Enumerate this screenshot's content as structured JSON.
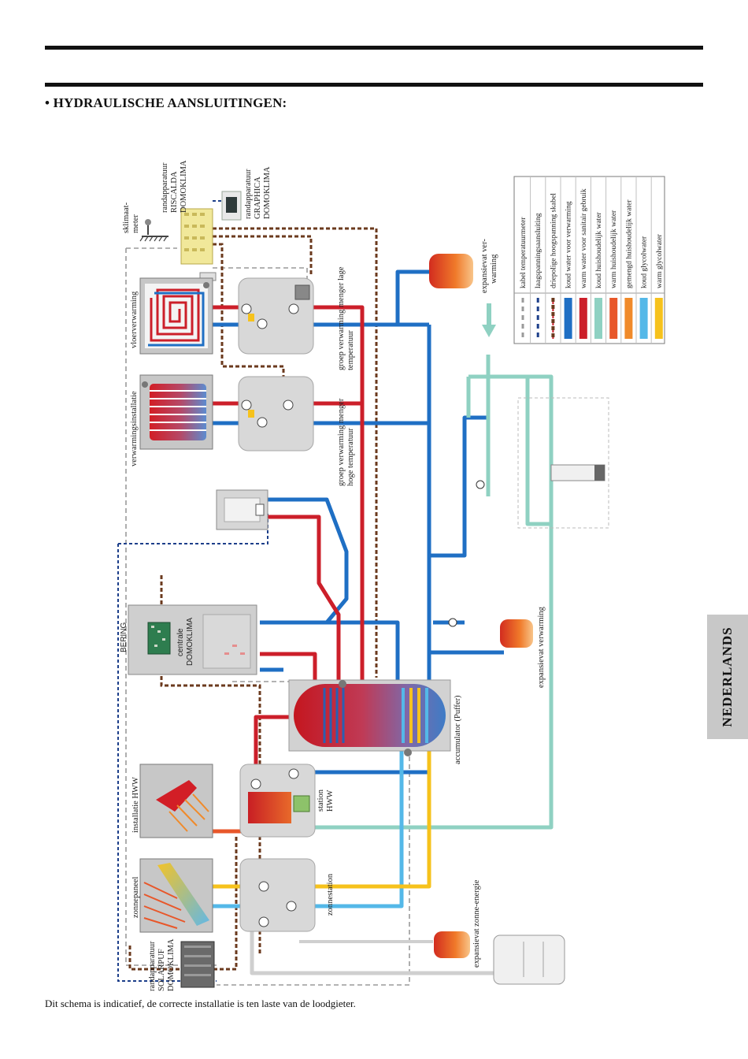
{
  "header": {
    "section_title": "• HYDRAULISCHE AANSLUITINGEN:"
  },
  "footer": {
    "note": "Dit schema is indicatief, de correcte installatie is ten laste van de loodgieter."
  },
  "side_tab": {
    "language": "NEDERLANDS"
  },
  "components": {
    "randapparatuur_riscalda": [
      "randapparatuur",
      "RISCALDA",
      "DOMOKLIMA"
    ],
    "randapparatuur_graphica": [
      "randapparatuur",
      "GRAPHICA",
      "DOMOKLIMA"
    ],
    "klimaatmeter": [
      "sklimaat-",
      "meter"
    ],
    "vloerverwarming": "vloerverwarming",
    "verwarmingsinstallatie": "verwarmingsinstallatie",
    "groep_lage": [
      "groep verwarming menger lage",
      "temperatuur"
    ],
    "groep_hoge": [
      "groep verwarming menger",
      "hoge temperatuur"
    ],
    "expansievat_verwarming_top": [
      "expansievat ver-",
      "warming"
    ],
    "bering": "BERING",
    "centrale": [
      "centrale",
      "DOMOKLIMA"
    ],
    "expansievat_verwarming": "expansievat verwarming",
    "accumulator": "accumulator (Puffer)",
    "installatie_hww": "installatie HWW",
    "station_hww": [
      "station",
      "HWW"
    ],
    "zonnepaneel": "zonnepaneel",
    "zonnestation": "zonnestation",
    "randapparatuur_solarpuf": [
      "randapparatuur",
      "SOLARPUF",
      "DOMOKLIMA"
    ],
    "expansievat_zonne": "expansievat zonne-energie"
  },
  "legend": {
    "items": [
      {
        "label": "kabel temperatuurmeter",
        "swatch": "dash-grey",
        "color": "#9a9a9a"
      },
      {
        "label": "laagspanningsaansluiting",
        "swatch": "dash-blue",
        "color": "#1d3f8a"
      },
      {
        "label": "driepolige hoogspanning skabel",
        "swatch": "dash-tri",
        "color": "#6b3a1e"
      },
      {
        "label": "koud water voor verwarming",
        "swatch": "bar",
        "color": "#1f6fc4"
      },
      {
        "label": "warm water voor sanitair gebruik",
        "swatch": "bar",
        "color": "#cc1f2a"
      },
      {
        "label": "koud huishoudelijk water",
        "swatch": "bar",
        "color": "#8fd1c2"
      },
      {
        "label": "warm huishoudelijk water",
        "swatch": "bar",
        "color": "#e8572a"
      },
      {
        "label": "gemengd huishoudelijk water",
        "swatch": "bar",
        "color": "#f08a2a"
      },
      {
        "label": "koud glycolwater",
        "swatch": "bar",
        "color": "#54b8e8"
      },
      {
        "label": "warm glycolwater",
        "swatch": "bar",
        "color": "#f6c21c"
      }
    ]
  }
}
